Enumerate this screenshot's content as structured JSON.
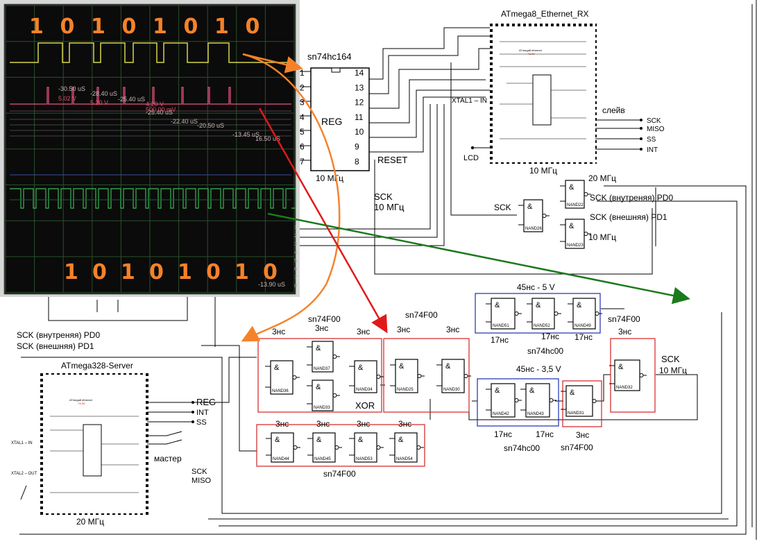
{
  "oscilloscope": {
    "top_bits": [
      "1",
      "0",
      "1",
      "0",
      "1",
      "0",
      "1",
      "0"
    ],
    "bottom_bits": [
      "1",
      "0",
      "1",
      "0",
      "1",
      "0",
      "1",
      "0"
    ],
    "measurements": [
      {
        "text": "-30.50 uS",
        "color": "#c9b7b7"
      },
      {
        "text": "5.02 V",
        "color": "#e0506a"
      },
      {
        "text": "-28.40 uS",
        "color": "#c9b7b7"
      },
      {
        "text": "5.20 V",
        "color": "#e0506a"
      },
      {
        "text": "-25.40 uS",
        "color": "#c9b7b7"
      },
      {
        "text": "4.20 V",
        "color": "#e0506a"
      },
      {
        "text": "-25.40 uS",
        "color": "#c9b7b7"
      },
      {
        "text": "500.00 mV",
        "color": "#e0506a"
      },
      {
        "text": "-22.40 uS",
        "color": "#c9b7b7"
      },
      {
        "text": "-20.50 uS",
        "color": "#c9b7b7"
      },
      {
        "text": "-13.45 uS",
        "color": "#c9b7b7"
      },
      {
        "text": "16.50 uS",
        "color": "#c9b7b7"
      },
      {
        "text": "-13.90 uS",
        "color": "#c9b7b7"
      }
    ],
    "colors": {
      "yellow": "#d6d84a",
      "pink": "#c8486e",
      "green": "#2fa04a",
      "grid": "#2f5a2f"
    }
  },
  "register": {
    "title": "sn74hc164",
    "label": "REG",
    "freq": "10 МГц",
    "left_pins": [
      "1",
      "2",
      "3",
      "4",
      "5",
      "6",
      "7"
    ],
    "right_pins": [
      "14",
      "13",
      "12",
      "11",
      "10",
      "9",
      "8"
    ],
    "reset": "RESET",
    "sck_label": "SCK",
    "sck_freq": "10 МГц"
  },
  "rx_mcu": {
    "title": "ATmega8_Ethernet_RX",
    "freq": "10 МГц",
    "xtal": "XTAL1 – IN",
    "lcd": "LCD",
    "slave": "слейв",
    "pins": [
      "SCK",
      "MISO",
      "SS",
      "INT"
    ]
  },
  "server_mcu": {
    "title": "ATmega328-Server",
    "freq": "20 МГц",
    "master": "мастер",
    "xtal1": "XTAL1 – IN",
    "xtal2": "XTAL2 – OUT",
    "pins_right": [
      "REG",
      "INT",
      "SS"
    ],
    "spi": [
      "SCK",
      "MISO"
    ],
    "sck_int": "SCK (внутреняя) PD0",
    "sck_ext": "SCK (внешняя) PD1"
  },
  "upper_gates": {
    "freq_top": "20 МГц",
    "sck_int": "SCK (внутреняя) PD0",
    "sck_ext": "SCK (внешняя) PD1",
    "freq_bottom": "10 МГц",
    "sck": "SCK",
    "nand_names": [
      "NAND22",
      "NAND26",
      "NAND23"
    ]
  },
  "chain": {
    "sn74f00_a": "sn74F00",
    "sn74f00_b": "sn74F00",
    "sn74f00_c": "sn74F00",
    "sn74f00_d": "sn74F00",
    "sn74f00_e": "sn74F00",
    "sn74hc00_a": "sn74hc00",
    "sn74hc00_b": "sn74hc00",
    "delay_45_5": "45нс - 5 V",
    "delay_45_35": "45нс - 3,5 V",
    "xor": "XOR",
    "sck_out": "SCK",
    "sck_freq": "10 МГц",
    "d3": "3нс",
    "d17": "17нс",
    "nand_row1": [
      "NAND36",
      "NAND37",
      "NAND33",
      "NAND34",
      "NAND25",
      "NAND30"
    ],
    "nand_row_blue_top": [
      "NAND51",
      "NAND52",
      "NAND49"
    ],
    "nand_row_blue_bottom": [
      "NAND42",
      "NAND43"
    ],
    "nand_red_small": [
      "NAND31",
      "NAND32"
    ],
    "nand_row_bottom": [
      "NAND44",
      "NAND45",
      "NAND53",
      "NAND54"
    ]
  },
  "colors": {
    "arrow_orange": "#f5822a",
    "arrow_red": "#e0191a",
    "arrow_green": "#1b7a1b",
    "box_red": "#d42020",
    "box_blue": "#1a2bb0",
    "ink": "#000000"
  }
}
